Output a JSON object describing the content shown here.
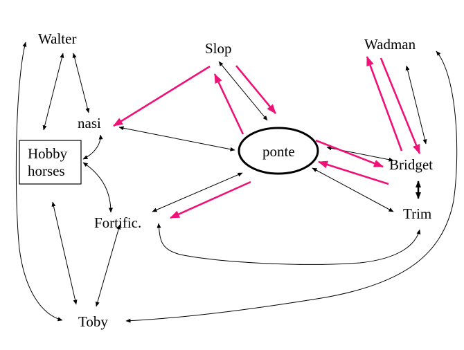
{
  "nodes": {
    "walter": "Walter",
    "slop": "Slop",
    "wadman": "Wadman",
    "nasi": "nasi",
    "hobby_line1": "Hobby",
    "hobby_line2": "horses",
    "ponte": "ponte",
    "bridget": "Bridget",
    "fortific": "Fortific.",
    "trim": "Trim",
    "toby": "Toby"
  },
  "colors": {
    "black_arrow": "#000000",
    "red_arrow": "#ee1177"
  }
}
